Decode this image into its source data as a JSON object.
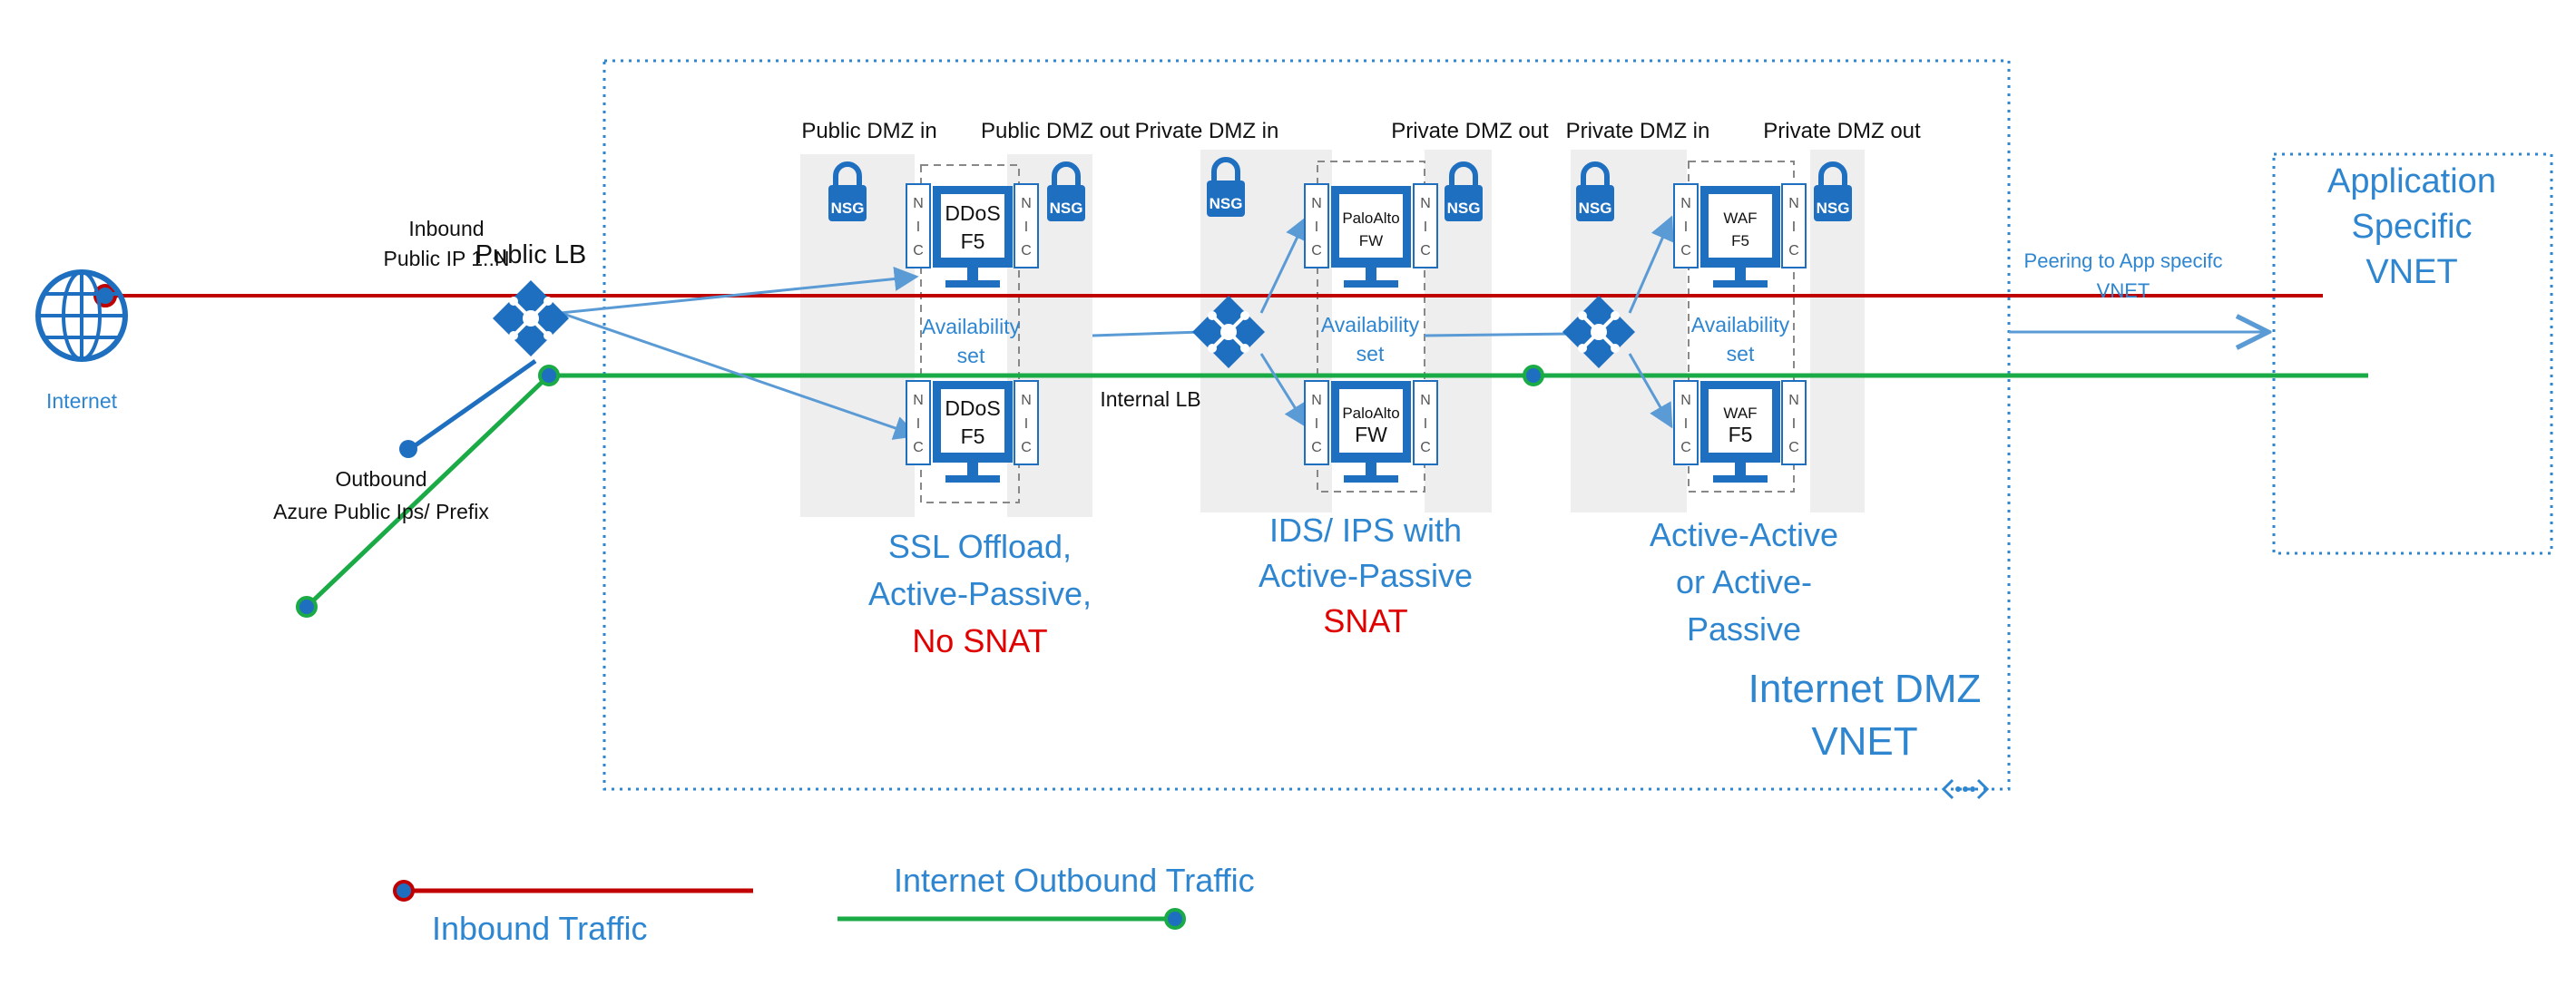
{
  "colors": {
    "inbound": "#c00000",
    "outbound": "#1aaa46",
    "blue": "#2e86d1",
    "dark_blue": "#1f6fc0",
    "zone_gray": "#eeeeee",
    "text_red": "#e00000"
  },
  "icons": {
    "internet": "globe-icon",
    "lb": "load-balancer-icon",
    "nsg": "lock-icon",
    "vm": "monitor-icon",
    "peering": "peering-icon"
  },
  "labels": {
    "internet": "Internet",
    "inbound_ip_line1": "Inbound",
    "inbound_ip_line2": "Public IP 1..N",
    "public_lb": "Public LB",
    "outbound_line1": "Outbound",
    "outbound_line2": "Azure Public Ips/ Prefix",
    "internal_lb": "Internal LB",
    "nsg": "NSG",
    "nic": [
      "N",
      "I",
      "C"
    ],
    "peering_line1": "Peering to App specifc",
    "peering_line2": "VNET",
    "internet_dmz": [
      "Internet DMZ",
      "VNET"
    ],
    "app_vnet": [
      "Application",
      "Specific",
      "VNET"
    ]
  },
  "zones": [
    {
      "in_label": "Public DMZ in",
      "out_label": "Public DMZ out",
      "vm_top": [
        "DDoS",
        "F5"
      ],
      "vm_bottom": [
        "DDoS",
        "F5"
      ],
      "availability": [
        "Availability",
        "set"
      ],
      "desc": [
        "SSL Offload,",
        "Active-Passive,"
      ],
      "desc_red": "No SNAT"
    },
    {
      "in_label": "Private DMZ in",
      "out_label": "Private DMZ out",
      "vm_top": [
        "PaloAlto",
        "FW"
      ],
      "vm_bottom": [
        "PaloAlto",
        "FW"
      ],
      "availability": [
        "Availability",
        "set"
      ],
      "desc": [
        "IDS/ IPS with",
        "Active-Passive"
      ],
      "desc_red": "SNAT"
    },
    {
      "in_label": "Private DMZ in",
      "out_label": "Private DMZ out",
      "vm_top": [
        "WAF",
        "F5"
      ],
      "vm_bottom": [
        "WAF",
        "F5"
      ],
      "availability": [
        "Availability",
        "set"
      ],
      "desc": [
        "Active-Active",
        "or Active-",
        "Passive"
      ],
      "desc_red": ""
    }
  ],
  "legend": {
    "inbound": "Inbound Traffic",
    "outbound": "Internet Outbound Traffic"
  }
}
